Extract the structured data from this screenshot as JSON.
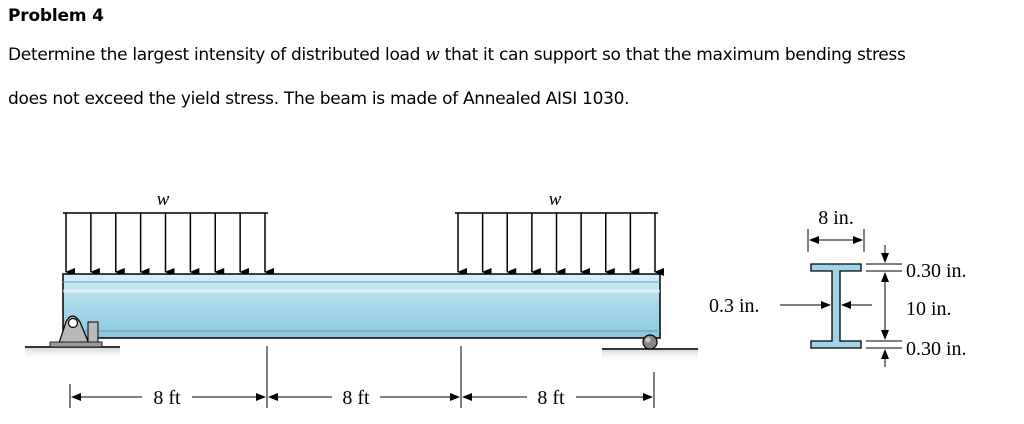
{
  "problem": {
    "title": "Problem 4",
    "line1_before": "Determine the largest intensity of distributed load ",
    "line1_var": "w",
    "line1_after": " that it can support so that the maximum bending stress",
    "line2": "does not exceed the yield stress. The beam is made of Annealed AISI 1030."
  },
  "figure": {
    "load_left_label": "w",
    "load_right_label": "w",
    "span_1_label": "8 ft",
    "span_2_label": "8 ft",
    "span_3_label": "8 ft",
    "section": {
      "flange_width_label": "8 in.",
      "top_flange_label": "0.30 in.",
      "depth_label": "10 in.",
      "bottom_flange_label": "0.30 in.",
      "web_label": "0.3 in."
    },
    "colors": {
      "beam_fill": "#a9d9ea",
      "beam_highlight": "#d8f0f8",
      "section_fill": "#9fd3e6",
      "support_fill": "#b9b9b9",
      "ground": "#c9c9c9"
    }
  }
}
